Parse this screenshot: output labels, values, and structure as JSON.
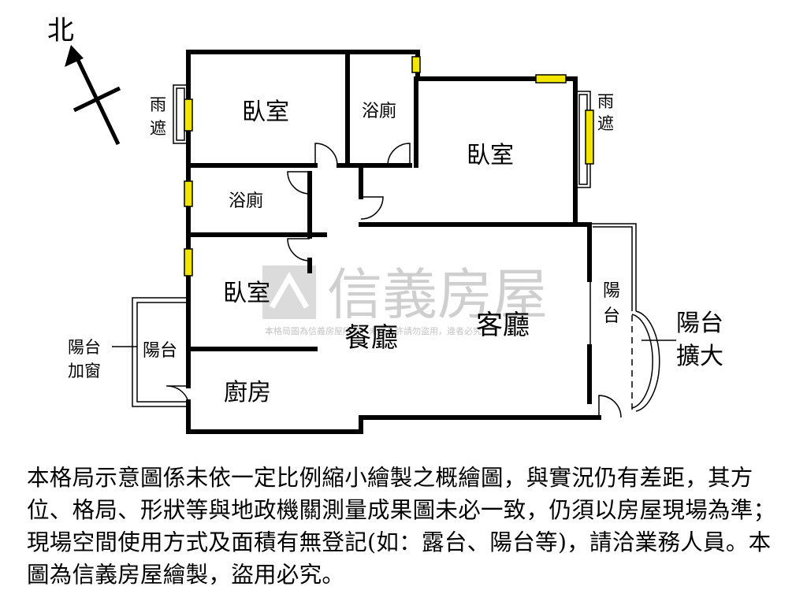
{
  "compass": {
    "label": "北"
  },
  "rooms": {
    "bedroom_1": "臥室",
    "bathroom_1": "浴廁",
    "bedroom_2": "臥室",
    "bathroom_2": "浴廁",
    "bedroom_3": "臥室",
    "dining_room": "餐廳",
    "living_room": "客廳",
    "kitchen": "廚房",
    "balcony_west": "陽台",
    "balcony_east_line1": "陽",
    "balcony_east_line2": "台"
  },
  "annotations": {
    "canopy_west_line1": "雨",
    "canopy_west_line2": "遮",
    "canopy_east_line1": "雨",
    "canopy_east_line2": "遮",
    "balcony_window_line1": "陽台",
    "balcony_window_line2": "加窗",
    "balcony_expand_line1": "陽台",
    "balcony_expand_line2": "擴大"
  },
  "watermark": {
    "brand": "信義房屋",
    "notice": "本格局圖為信義房屋所有，未經允許請勿盜用，違者必究"
  },
  "disclaimer": "本格局示意圖係未依一定比例縮小繪製之概繪圖，與實況仍有差距，其方位、格局、形狀等與地政機關測量成果圖未必一致，仍須以房屋現場為準；現場空間使用方式及面積有無登記(如：露台、陽台等)，請洽業務人員。本圖為信義房屋繪製，盜用必究。",
  "colors": {
    "wall": "#000000",
    "window": "#f2e600",
    "watermark": "#c7c7c7"
  }
}
